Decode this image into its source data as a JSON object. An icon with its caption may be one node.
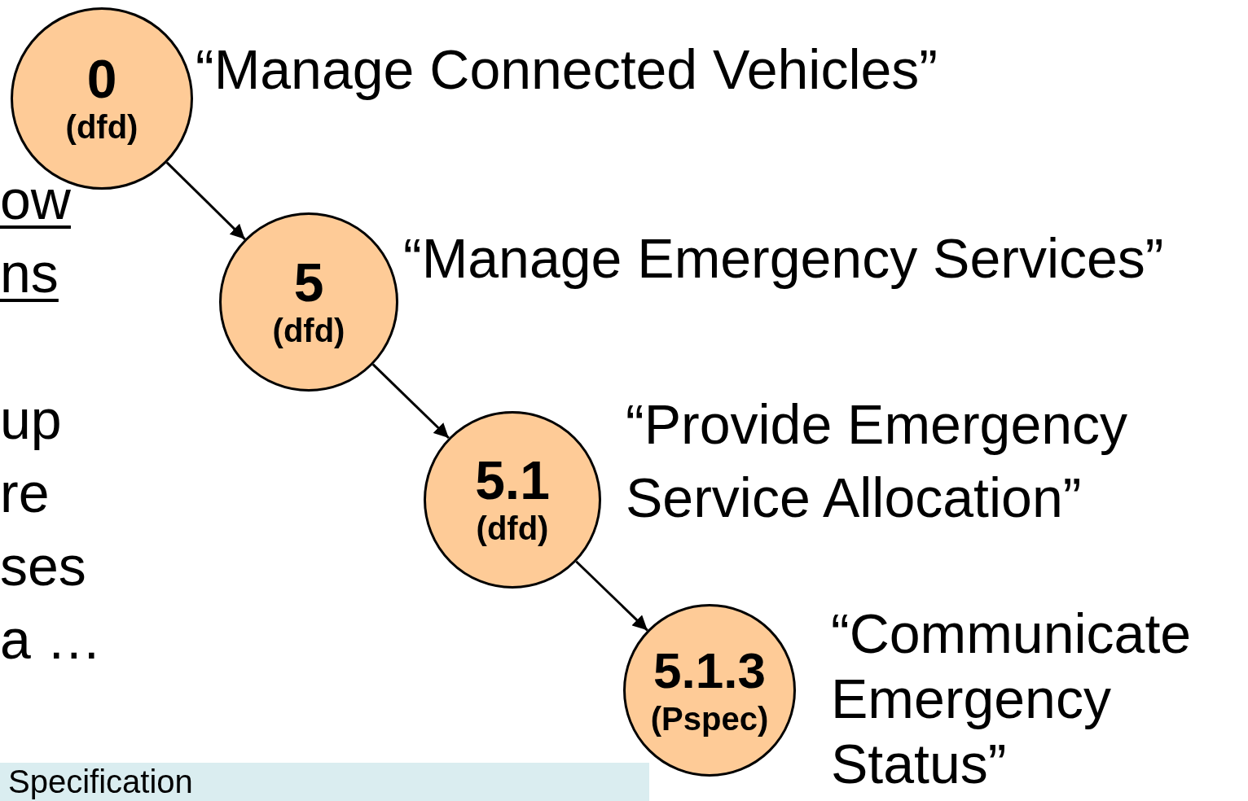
{
  "diagram": {
    "nodes": [
      {
        "text": [
          "0",
          "(dfd)"
        ],
        "beside": [
          "“Manage Connected Vehicles”"
        ]
      },
      {
        "text": [
          "5",
          "(dfd)"
        ],
        "beside": [
          "“Manage Emergency Services”"
        ]
      },
      {
        "text": [
          "5.1",
          "(dfd)"
        ],
        "beside": [
          "“Provide Emergency Service Allocation”"
        ]
      },
      {
        "text": [
          "5.1.3",
          "(Pspec)"
        ],
        "beside": [
          "“Communicate Emergency Status”"
        ]
      }
    ],
    "edges": [
      {
        "from": 0,
        "to": 1,
        "arrow": "to"
      },
      {
        "from": 1,
        "to": 2,
        "arrow": "to"
      },
      {
        "from": 2,
        "to": 3,
        "arrow": "to"
      }
    ],
    "labels": [
      "ow",
      "ns",
      "up",
      "re",
      "ses",
      "a …",
      "Specification"
    ]
  }
}
